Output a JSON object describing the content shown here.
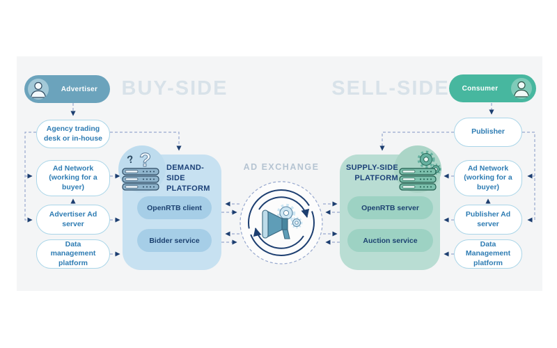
{
  "watermarks": {
    "buy_side": "BUY-SIDE",
    "sell_side": "SELL-SIDE"
  },
  "exchange": {
    "label": "AD EXCHANGE"
  },
  "actors": {
    "advertiser": "Advertiser",
    "consumer": "Consumer"
  },
  "buy_side": {
    "boxes": [
      "Agency trading desk or in-house",
      "Ad Network (working for a buyer)",
      "Advertiser Ad server",
      "Data management platform"
    ]
  },
  "dsp": {
    "title": "DEMAND-SIDE PLATFORM",
    "items": [
      "OpenRTB client",
      "Bidder service"
    ]
  },
  "ssp": {
    "title": "SUPPLY-SIDE PLATFORM",
    "items": [
      "OpenRTB server",
      "Auction service"
    ]
  },
  "sell_side": {
    "boxes": [
      "Publisher",
      "Ad Network (working for a buyer)",
      "Publisher Ad server",
      "Data Management platform"
    ]
  },
  "icons": {
    "advertiser": "person-icon",
    "consumer": "person-icon",
    "dsp": "server-stack-question-icon",
    "ssp": "server-stack-gears-icon",
    "exchange": "megaphone-gears-cycle-icon"
  },
  "colors": {
    "panel_bg": "#F4F5F6",
    "advertiser_pill": "#6BA3BC",
    "consumer_pill": "#47B79F",
    "box_border": "#A9D5E8",
    "box_text": "#2E7CB3",
    "dsp_fill": "#C7E1F1",
    "dsp_item_fill": "#A6CEE7",
    "ssp_fill": "#B9DDD3",
    "ssp_item_fill": "#9DD2C3",
    "navy": "#1C3E70",
    "connector": "#97A8CE",
    "watermark": "#D8E2E9",
    "exchange_label": "#B5C4D2"
  }
}
